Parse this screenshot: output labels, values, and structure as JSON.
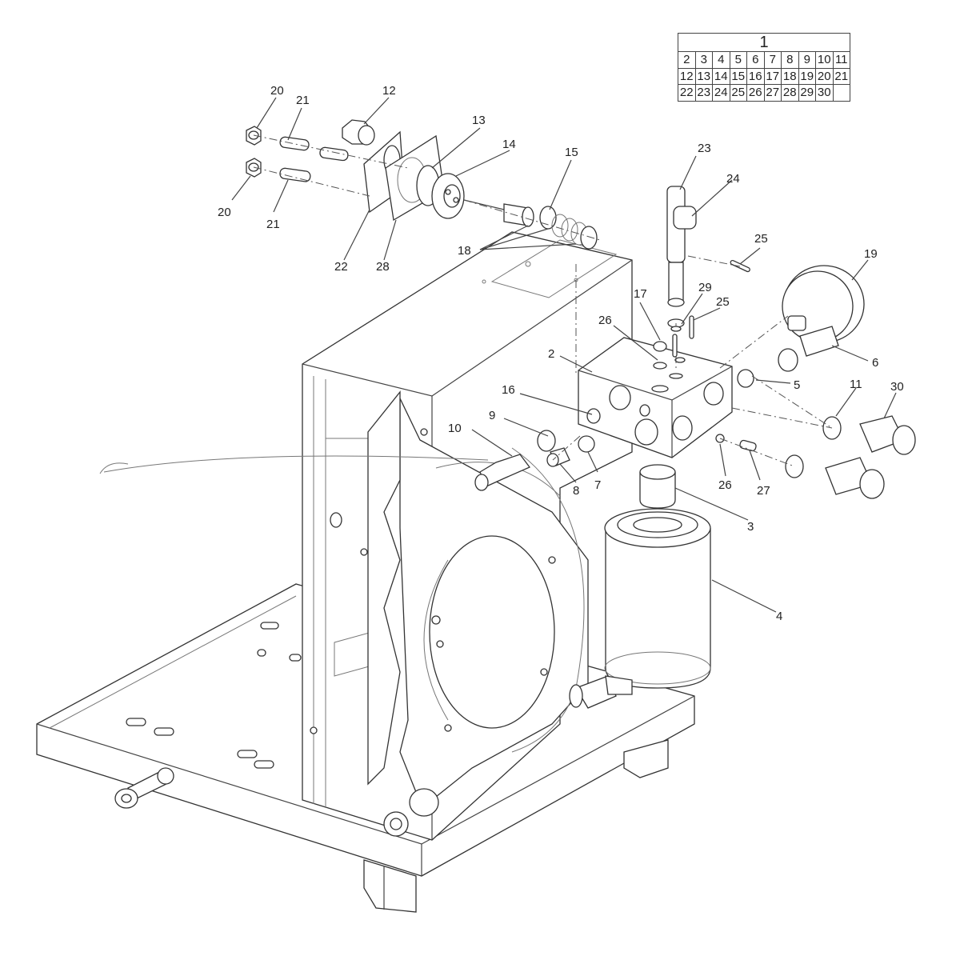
{
  "table": {
    "assembly": "1",
    "rows": [
      [
        "2",
        "3",
        "4",
        "5",
        "6",
        "7",
        "8",
        "9",
        "10",
        "11"
      ],
      [
        "12",
        "13",
        "14",
        "15",
        "16",
        "17",
        "18",
        "19",
        "20",
        "21"
      ],
      [
        "22",
        "23",
        "24",
        "25",
        "26",
        "27",
        "28",
        "29",
        "30",
        ""
      ]
    ]
  },
  "callouts": {
    "c2": "2",
    "c3": "3",
    "c4": "4",
    "c5": "5",
    "c6": "6",
    "c7": "7",
    "c8": "8",
    "c9": "9",
    "c10": "10",
    "c11": "11",
    "c12": "12",
    "c13": "13",
    "c14": "14",
    "c15": "15",
    "c16": "16",
    "c17": "17",
    "c18": "18",
    "c19": "19",
    "c20a": "20",
    "c20b": "20",
    "c21a": "21",
    "c21b": "21",
    "c22": "22",
    "c23": "23",
    "c24": "24",
    "c25a": "25",
    "c25b": "25",
    "c26a": "26",
    "c26b": "26",
    "c27": "27",
    "c28": "28",
    "c29": "29",
    "c30": "30"
  }
}
